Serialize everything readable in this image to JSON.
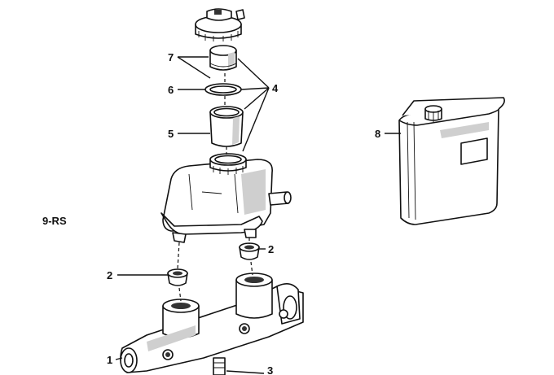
{
  "diagram": {
    "group_label": "9-RS",
    "callouts": [
      "1",
      "2",
      "2",
      "3",
      "4",
      "5",
      "6",
      "7",
      "8"
    ]
  }
}
